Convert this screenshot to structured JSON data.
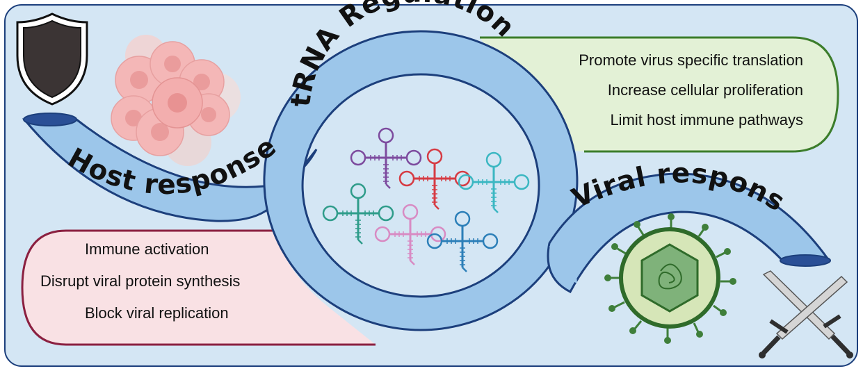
{
  "band_labels": {
    "host": "Host response",
    "regulation": "tRNA Regulation",
    "viral": "Viral response"
  },
  "viral_box": {
    "items": [
      "Promote virus specific translation",
      "Increase cellular proliferation",
      "Limit host immune pathways"
    ]
  },
  "host_box": {
    "items": [
      "Immune activation",
      "Disrupt viral protein synthesis",
      "Block viral replication"
    ]
  },
  "colors": {
    "background": "#d4e6f4",
    "frame": "#1c3f7c",
    "band_fill": "#9cc6ea",
    "band_outline": "#1c3f7c",
    "viral_box_fill": "#e3f1d6",
    "viral_box_border": "#3c7d2b",
    "host_box_fill": "#f9e1e4",
    "host_box_border": "#8b2040",
    "trna": [
      "#7d4b9e",
      "#d63b43",
      "#3bb7c2",
      "#2f9c8a",
      "#d88bc3",
      "#2c7fb8"
    ]
  },
  "icons": [
    "shield-icon",
    "cell-cluster-icon",
    "trna-cluster-icon",
    "virus-icon",
    "crossed-swords-icon"
  ]
}
